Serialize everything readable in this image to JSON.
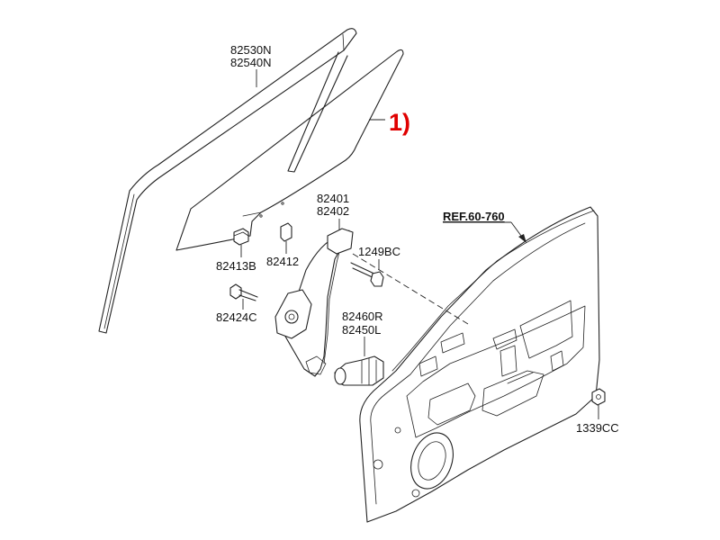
{
  "labels": {
    "glass_run_1": "82530N",
    "glass_run_2": "82540N",
    "callout": "1)",
    "regulator_1": "82401",
    "regulator_2": "82402",
    "ref": "REF.60-760",
    "clip_left": "82413B",
    "clip_right": "82412",
    "bolt_right": "1249BC",
    "bolt_left": "82424C",
    "motor_1": "82460R",
    "motor_2": "82450L",
    "nut": "1339CC"
  },
  "colors": {
    "callout": "#e00000",
    "line": "#222222"
  }
}
